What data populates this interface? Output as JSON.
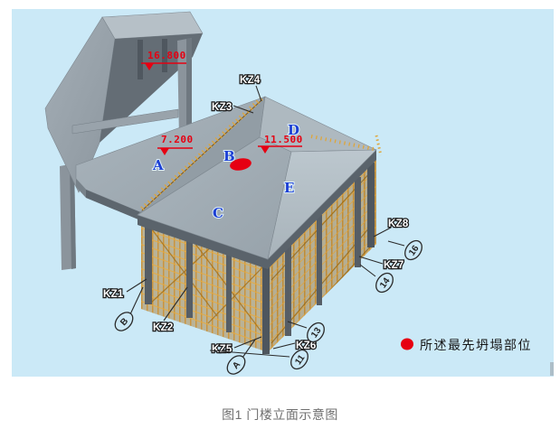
{
  "figure": {
    "caption": "图1 门楼立面示意图"
  },
  "legend": {
    "label": "所述最先坍塌部位",
    "marker": "red-dot"
  },
  "elevations": {
    "tower": "16.800",
    "slab": "7.200",
    "roof": "11.500"
  },
  "zones": {
    "a": "A",
    "b": "B",
    "c": "C",
    "d": "D",
    "e": "E"
  },
  "columns": {
    "kz1": "KZ1",
    "kz2": "KZ2",
    "kz3": "KZ3",
    "kz4": "KZ4",
    "kz5": "KZ5",
    "kz6": "KZ6",
    "kz7": "KZ7",
    "kz8": "KZ8"
  },
  "axes": {
    "b": "B",
    "a": "A",
    "n11": "11",
    "n13": "13",
    "n14": "14",
    "n16": "16"
  },
  "colors": {
    "background": "#cbe9f7",
    "collapse_marker": "#e60012",
    "zone_label": "#1c3fd4",
    "scaffold": "#d4881c",
    "concrete": "#a3aeb6"
  }
}
